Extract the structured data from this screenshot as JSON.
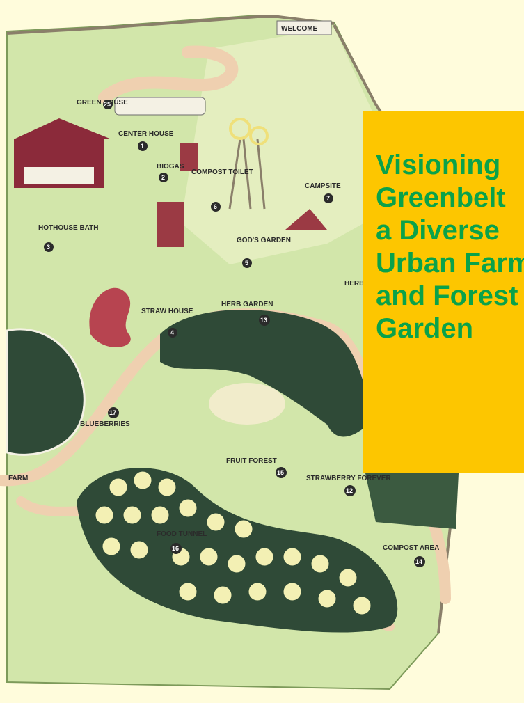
{
  "title": {
    "lines": [
      "Visioning",
      "Greenbelt",
      "a Diverse",
      "Urban Farm",
      "and Forest",
      "Garden"
    ]
  },
  "map": {
    "welcome_sign": "WELCOME",
    "labels": {
      "green_house": "GREEN HOUSE",
      "green_house_num": "25",
      "center_house": "CENTER HOUSE",
      "center_house_num": "1",
      "biogas": "BIOGAS",
      "biogas_num": "2",
      "hothouse_bath": "HOTHOUSE BATH",
      "hothouse_bath_num": "3",
      "compost_toilet": "COMPOST TOILET",
      "compost_toilet_num": "6",
      "campsite": "CAMPSITE",
      "campsite_num": "7",
      "gods_garden": "GOD'S GARDEN",
      "gods_garden_num": "5",
      "herb": "HERB",
      "straw_house": "STRAW HOUSE",
      "straw_house_num": "4",
      "herb_garden": "HERB GARDEN",
      "herb_garden_num": "13",
      "blueberries": "BLUEBERRIES",
      "blueberries_num": "17",
      "strawberry": "STRAWBERRY FOREVER",
      "strawberry_num": "12",
      "fruit_forest": "FRUIT FOREST",
      "fruit_forest_num": "15",
      "food_tunnel": "FOOD TUNNEL",
      "food_tunnel_num": "16",
      "compost_area": "COMPOST AREA",
      "compost_area_num": "14",
      "farm": "FARM"
    }
  },
  "colors": {
    "title_bg": "#fdc600",
    "title_text": "#0aa24a",
    "grass": "#cfe3a8",
    "dark_green": "#2f4a37",
    "path": "#efd0b0"
  }
}
